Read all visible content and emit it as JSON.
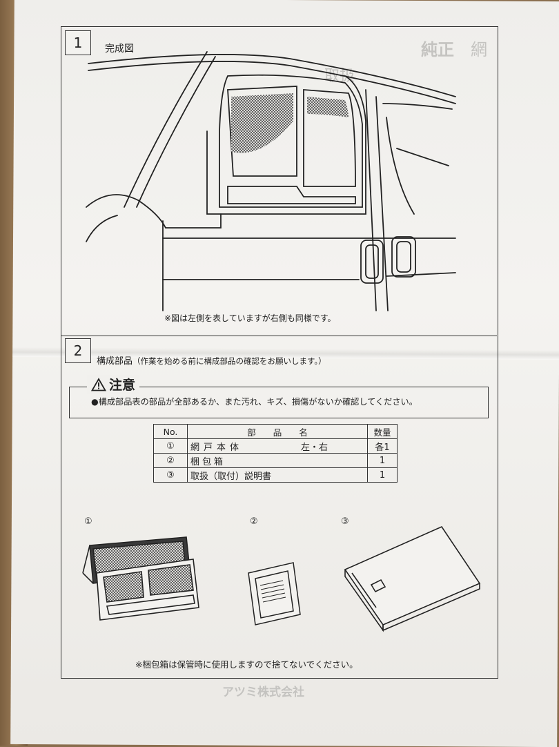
{
  "section1": {
    "number": "1",
    "title": "完成図",
    "caption": "※図は左側を表していますが右側も同様です。"
  },
  "section2": {
    "number": "2",
    "title": "構成部品",
    "title_note": "（作業を始める前に構成部品の確認をお願いします。）",
    "caution": {
      "heading": "注意",
      "text": "●構成部品表の部品が全部あるか、また汚れ、キズ、損傷がないか確認してください。"
    },
    "table": {
      "headers": {
        "no": "No.",
        "name": "部　　品　　名",
        "qty": "数量"
      },
      "rows": [
        {
          "no": "①",
          "name": "網戸本体",
          "side": "左・右",
          "qty": "各1"
        },
        {
          "no": "②",
          "name": "梱包箱",
          "side": "",
          "qty": "1"
        },
        {
          "no": "③",
          "name": "取扱（取付）説明書",
          "side": "",
          "qty": "1"
        }
      ]
    },
    "figure_labels": [
      "①",
      "②",
      "③"
    ],
    "caption": "※梱包箱は保管時に使用しますので捨てないでください。"
  },
  "colors": {
    "ink": "#222222",
    "paper": "#f1f0ed",
    "table_line": "#333333"
  }
}
